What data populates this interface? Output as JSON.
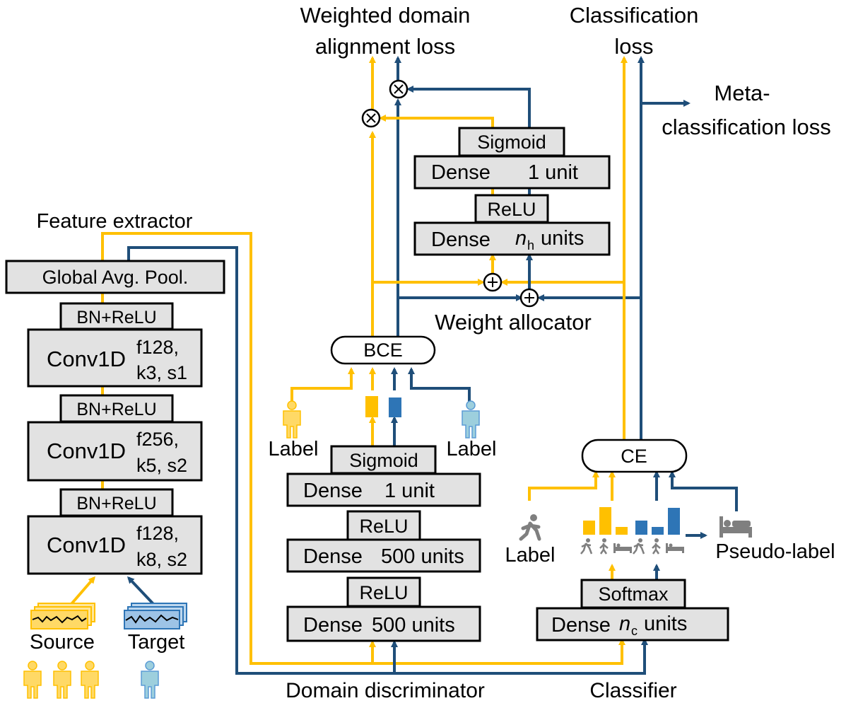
{
  "colors": {
    "source": "#FFC000",
    "target": "#1F4E79",
    "box_fill": "#E2E2E2",
    "target_person": "#9DCFDD",
    "pseudo_icon": "#7F7F7F",
    "activity_icon": "#7F7F7F"
  },
  "feature_extractor": {
    "title": "Feature extractor",
    "pool": "Global Avg. Pool.",
    "bn_relu": [
      "BN+ReLU",
      "BN+ReLU",
      "BN+ReLU"
    ],
    "conv_name": [
      "Conv1D",
      "Conv1D",
      "Conv1D"
    ],
    "conv_params_1": [
      "f128,",
      "f256,",
      "f128,"
    ],
    "conv_params_2": [
      "k3, s1",
      "k5, s2",
      "k8, s2"
    ],
    "source_label": "Source",
    "target_label": "Target"
  },
  "domain_discriminator": {
    "title": "Domain discriminator",
    "dense1_name": "Dense",
    "dense1_units": "500 units",
    "relu1": "ReLU",
    "dense2_name": "Dense",
    "dense2_units": "500 units",
    "relu2": "ReLU",
    "dense3_name": "Dense",
    "dense3_units": "1 unit",
    "sigmoid": "Sigmoid",
    "bce": "BCE",
    "source_label": "Label",
    "target_label": "Label"
  },
  "weight_allocator": {
    "title": "Weight allocator",
    "dense1_name": "Dense",
    "dense1_units_var": "n",
    "dense1_units_sub": "h",
    "dense1_units_suffix": " units",
    "relu": "ReLU",
    "dense2_name": "Dense",
    "dense2_units": "1 unit",
    "sigmoid": "Sigmoid"
  },
  "classifier": {
    "title": "Classifier",
    "dense_name": "Dense",
    "dense_units_var": "n",
    "dense_units_sub": "c",
    "dense_units_suffix": " units",
    "softmax": "Softmax",
    "ce": "CE",
    "label": "Label",
    "pseudo_label": "Pseudo-label"
  },
  "losses": {
    "domain_line1": "Weighted domain",
    "domain_line2": "alignment loss",
    "cls_line1": "Classification",
    "cls_line2": "loss",
    "meta_line1": "Meta-",
    "meta_line2": "classification loss"
  },
  "operators": {
    "multiply": "×",
    "add": "+"
  }
}
